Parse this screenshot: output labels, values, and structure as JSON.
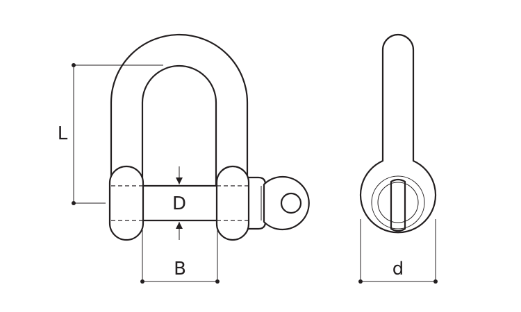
{
  "dimensions": {
    "length_label": "L",
    "pin_diameter_label": "D",
    "inner_width_label": "B",
    "body_diameter_label": "d"
  },
  "colors": {
    "line": "#231f20",
    "background": "#ffffff"
  }
}
